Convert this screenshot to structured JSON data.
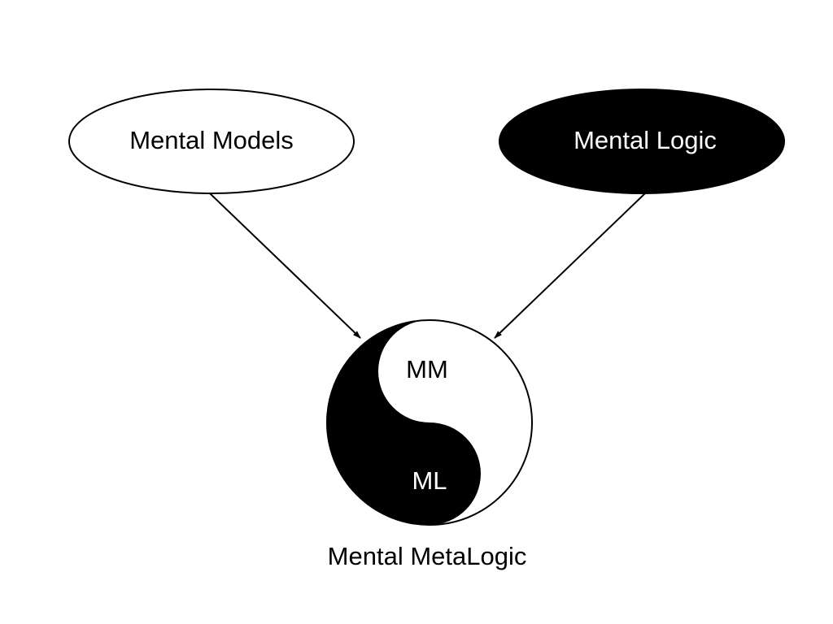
{
  "nodes": {
    "mental_models": {
      "label": "Mental Models",
      "fill": "#ffffff",
      "text_color": "#000000"
    },
    "mental_logic": {
      "label": "Mental Logic",
      "fill": "#000000",
      "text_color": "#ffffff"
    }
  },
  "yin_yang": {
    "top_label": "MM",
    "bottom_label": "ML",
    "caption": "Mental MetaLogic",
    "light_color": "#ffffff",
    "dark_color": "#000000"
  },
  "colors": {
    "stroke": "#000000",
    "background": "#ffffff"
  }
}
